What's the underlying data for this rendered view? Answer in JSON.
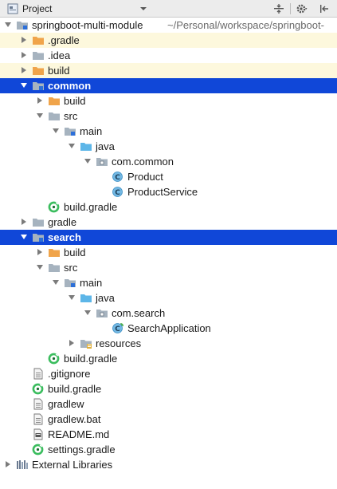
{
  "panel": {
    "title": "Project"
  },
  "colors": {
    "selection": "#1047d8",
    "excluded_highlight": "#fdf8dd",
    "folder_orange": "#f0a44a",
    "folder_blue": "#5db6e8",
    "folder_gray": "#a6b3bf",
    "gradle_green": "#3bbd5e"
  },
  "tree": [
    {
      "label": "springboot-multi-module",
      "path": "~/Personal/workspace/springboot-",
      "depth": 0,
      "expanded": true,
      "icon": "module-folder-icon"
    },
    {
      "label": ".gradle",
      "depth": 1,
      "expanded": false,
      "icon": "folder-orange-icon",
      "highlight": "yellow"
    },
    {
      "label": ".idea",
      "depth": 1,
      "expanded": false,
      "icon": "folder-gray-icon"
    },
    {
      "label": "build",
      "depth": 1,
      "expanded": false,
      "icon": "folder-orange-icon",
      "highlight": "yellow"
    },
    {
      "label": "common",
      "depth": 1,
      "expanded": true,
      "icon": "module-folder-icon",
      "selected": true
    },
    {
      "label": "build",
      "depth": 2,
      "expanded": false,
      "icon": "folder-orange-icon"
    },
    {
      "label": "src",
      "depth": 2,
      "expanded": true,
      "icon": "folder-gray-icon"
    },
    {
      "label": "main",
      "depth": 3,
      "expanded": true,
      "icon": "module-folder-icon"
    },
    {
      "label": "java",
      "depth": 4,
      "expanded": true,
      "icon": "folder-blue-icon"
    },
    {
      "label": "com.common",
      "depth": 5,
      "expanded": true,
      "icon": "package-icon"
    },
    {
      "label": "Product",
      "depth": 6,
      "icon": "class-icon"
    },
    {
      "label": "ProductService",
      "depth": 6,
      "icon": "class-icon"
    },
    {
      "label": "build.gradle",
      "depth": 2,
      "icon": "gradle-icon"
    },
    {
      "label": "gradle",
      "depth": 1,
      "expanded": false,
      "icon": "folder-gray-icon"
    },
    {
      "label": "search",
      "depth": 1,
      "expanded": true,
      "icon": "module-folder-icon",
      "selected": true
    },
    {
      "label": "build",
      "depth": 2,
      "expanded": false,
      "icon": "folder-orange-icon"
    },
    {
      "label": "src",
      "depth": 2,
      "expanded": true,
      "icon": "folder-gray-icon"
    },
    {
      "label": "main",
      "depth": 3,
      "expanded": true,
      "icon": "module-folder-icon"
    },
    {
      "label": "java",
      "depth": 4,
      "expanded": true,
      "icon": "folder-blue-icon"
    },
    {
      "label": "com.search",
      "depth": 5,
      "expanded": true,
      "icon": "package-icon"
    },
    {
      "label": "SearchApplication",
      "depth": 6,
      "icon": "spring-class-icon"
    },
    {
      "label": "resources",
      "depth": 4,
      "expanded": false,
      "icon": "resources-folder-icon"
    },
    {
      "label": "build.gradle",
      "depth": 2,
      "icon": "gradle-icon"
    },
    {
      "label": ".gitignore",
      "depth": 1,
      "icon": "file-icon"
    },
    {
      "label": "build.gradle",
      "depth": 1,
      "icon": "gradle-icon"
    },
    {
      "label": "gradlew",
      "depth": 1,
      "icon": "file-icon"
    },
    {
      "label": "gradlew.bat",
      "depth": 1,
      "icon": "file-icon"
    },
    {
      "label": "README.md",
      "depth": 1,
      "icon": "markdown-file-icon"
    },
    {
      "label": "settings.gradle",
      "depth": 1,
      "icon": "gradle-icon"
    },
    {
      "label": "External Libraries",
      "depth": 0,
      "expanded": false,
      "icon": "libraries-icon"
    }
  ]
}
